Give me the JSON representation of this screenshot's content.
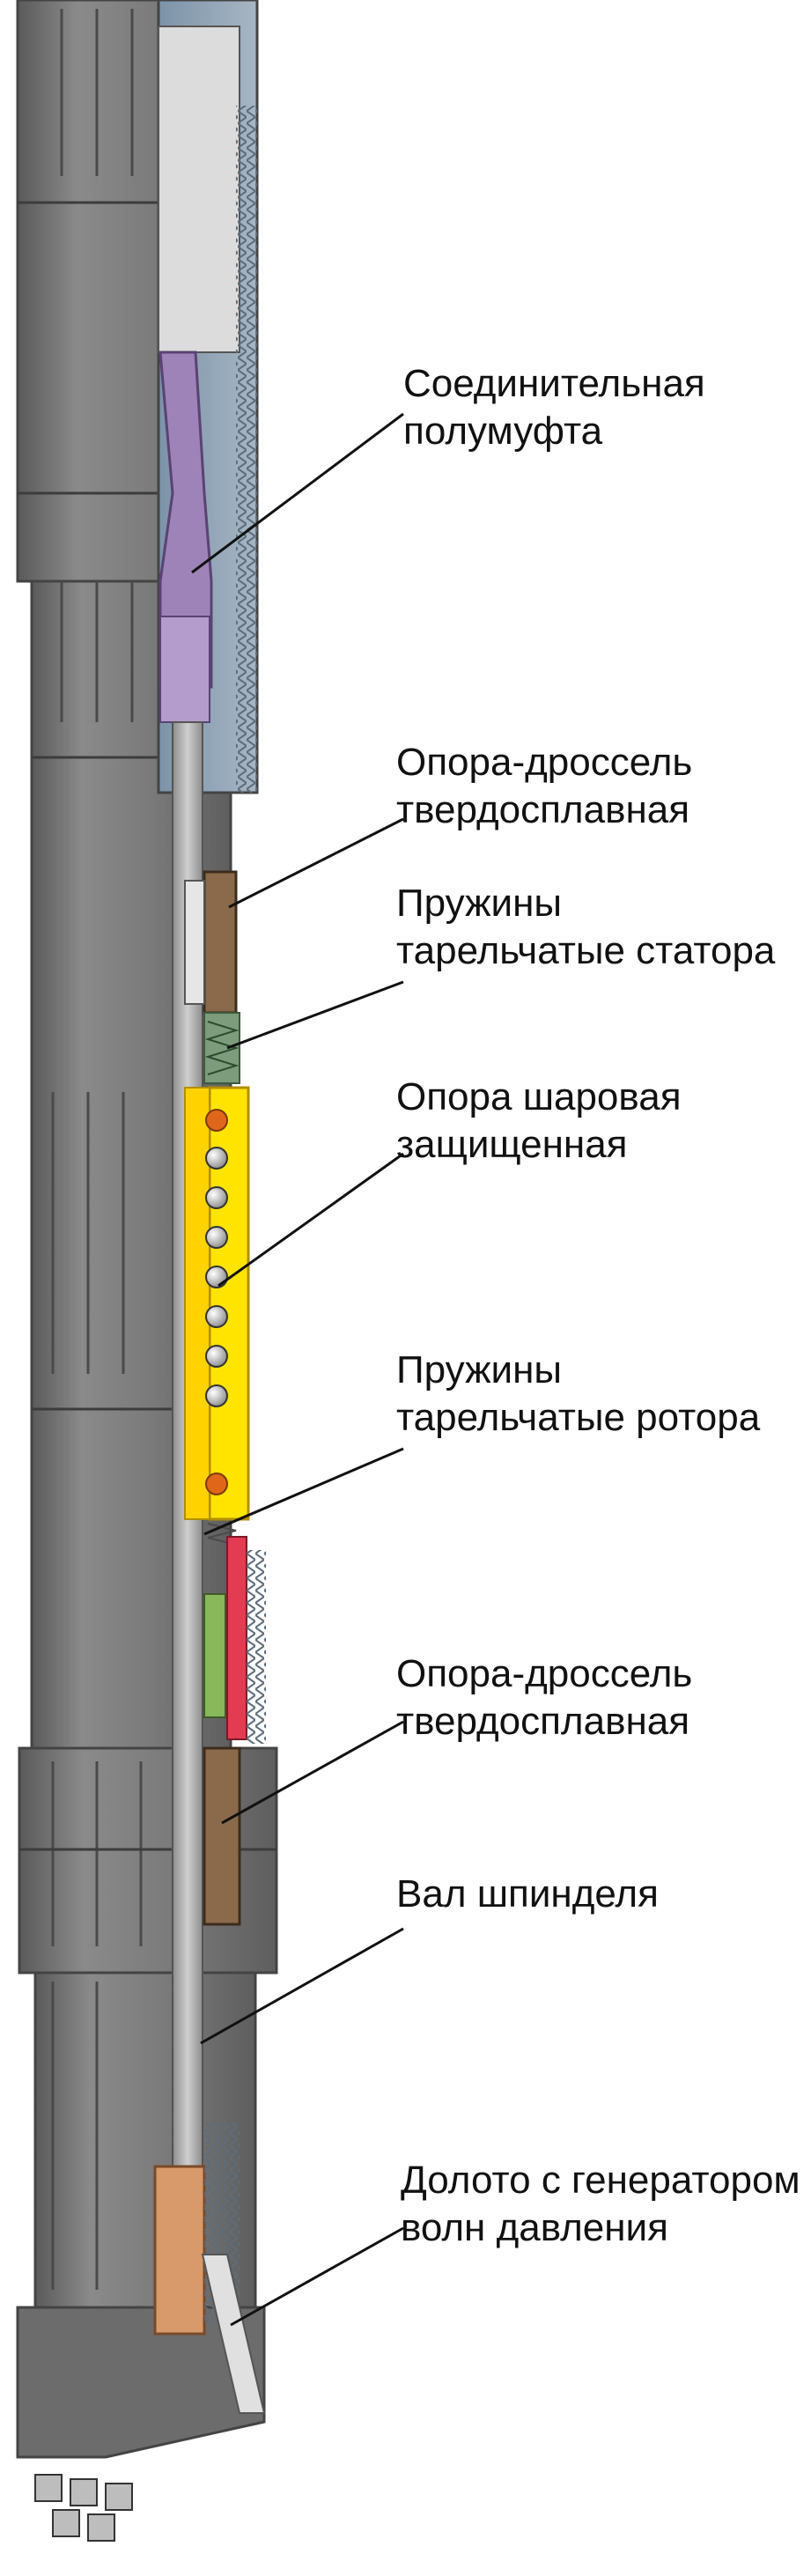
{
  "colors": {
    "background": "#ffffff",
    "body_gray": "#7f7f7f",
    "body_light": "#9d9d9d",
    "body_dark": "#5e5e5e",
    "shaft": "#b5b5b5",
    "blue_cut": "#8ea2b5",
    "purple": "#9e83b8",
    "brown": "#8a6a4a",
    "yellow": "#ffe400",
    "orange": "#e0661a",
    "red": "#e23b52",
    "green": "#88b85a",
    "copper": "#d89a6a",
    "leader": "#111111"
  },
  "labels": [
    {
      "key": "coupling",
      "lines": [
        "Соединительная",
        "полумуфта"
      ],
      "icon": "coupling-half-icon"
    },
    {
      "key": "throttle_top",
      "lines": [
        "Опора-дроссель",
        "твердосплавная"
      ],
      "icon": "carbide-throttle-bearing-icon"
    },
    {
      "key": "springs_stator",
      "lines": [
        "Пружины",
        "тарельчатые статора"
      ],
      "icon": "stator-disc-springs-icon"
    },
    {
      "key": "ball_bearing",
      "lines": [
        "Опора шаровая",
        "защищенная"
      ],
      "icon": "ball-bearing-icon"
    },
    {
      "key": "springs_rotor",
      "lines": [
        "Пружины",
        "тарельчатые ротора"
      ],
      "icon": "rotor-disc-springs-icon"
    },
    {
      "key": "throttle_bottom",
      "lines": [
        "Опора-дроссель",
        "твердосплавная"
      ],
      "icon": "carbide-throttle-bearing-icon"
    },
    {
      "key": "shaft",
      "lines": [
        "Вал шпинделя"
      ],
      "icon": "spindle-shaft-icon"
    },
    {
      "key": "bit",
      "lines": [
        "Долото с генератором",
        "волн давления"
      ],
      "icon": "drill-bit-icon"
    }
  ]
}
